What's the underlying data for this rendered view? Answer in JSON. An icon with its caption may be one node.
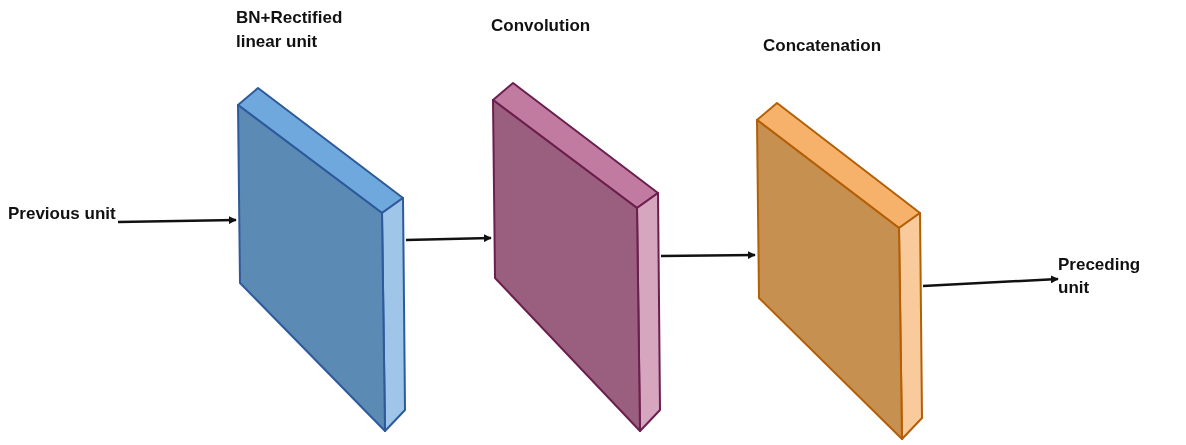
{
  "diagram": {
    "nodes": [
      {
        "text": [
          "Previous unit"
        ]
      },
      {
        "text": [
          "BN+Rectified linear unit"
        ]
      },
      {
        "text": [
          "Convolution"
        ]
      },
      {
        "text": [
          "Concatenation"
        ]
      },
      {
        "text": [
          "Preceding unit"
        ]
      }
    ],
    "edges": [
      {
        "from": 0,
        "to": 1,
        "arrow": "to"
      },
      {
        "from": 1,
        "to": 2,
        "arrow": "to"
      },
      {
        "from": 2,
        "to": 3,
        "arrow": "to"
      },
      {
        "from": 3,
        "to": 4,
        "arrow": "to"
      }
    ]
  }
}
